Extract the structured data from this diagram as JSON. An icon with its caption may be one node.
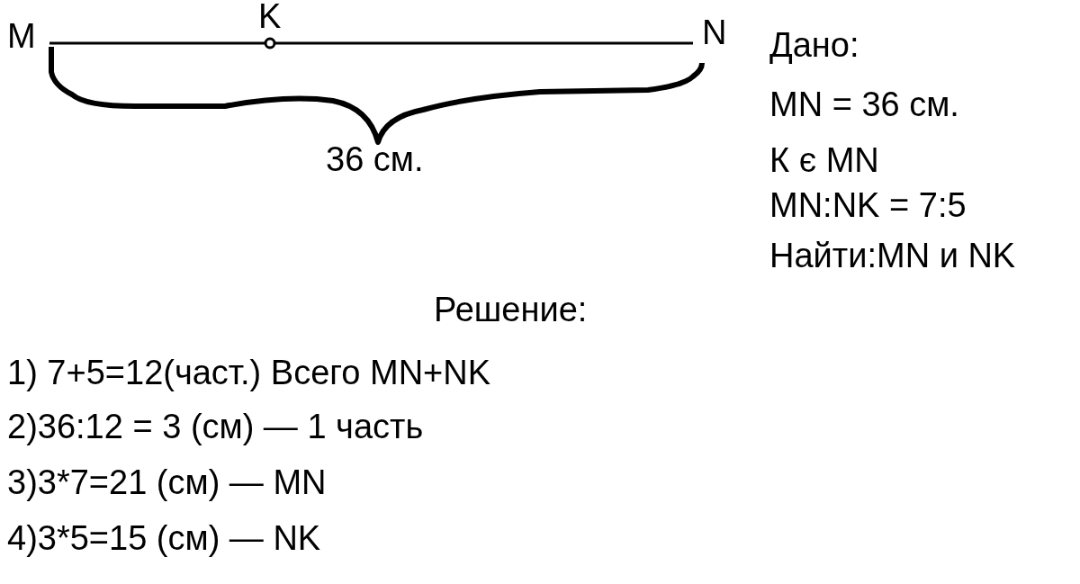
{
  "diagram": {
    "labels": [
      "M",
      "K",
      "N",
      "Дано:",
      "MN = 36 см.",
      "36 см.",
      "К є MN",
      "MN:NK = 7:5",
      "Найти:MN и NK",
      "Решение:",
      "1) 7+5=12(част.) Всего MN+NK",
      "2)36:12 = 3 (см) — 1 часть",
      "3)3*7=21 (см) — MN",
      "4)3*5=15 (см) — NK"
    ]
  }
}
